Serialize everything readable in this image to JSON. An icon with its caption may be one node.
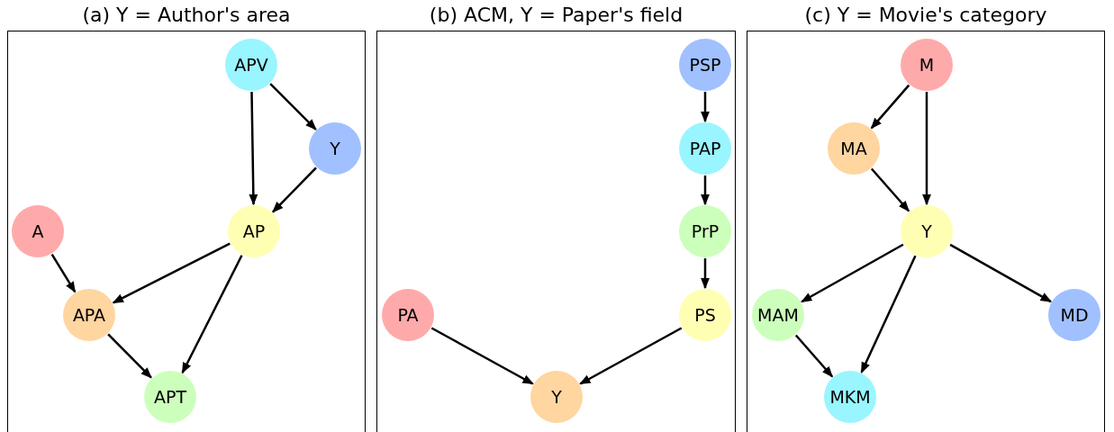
{
  "diagram": {
    "nodes": [
      {
        "text": [
          "(a) Y = Author's area"
        ]
      },
      {
        "text": [
          "APV"
        ],
        "in": 0
      },
      {
        "text": [
          "Y"
        ],
        "in": 0
      },
      {
        "text": [
          "A"
        ],
        "in": 0
      },
      {
        "text": [
          "AP"
        ],
        "in": 0
      },
      {
        "text": [
          "APA"
        ],
        "in": 0
      },
      {
        "text": [
          "APT"
        ],
        "in": 0
      },
      {
        "text": [
          "(b) ACM, Y = Paper's field"
        ]
      },
      {
        "text": [
          "PSP"
        ],
        "in": 7
      },
      {
        "text": [
          "PAP"
        ],
        "in": 7
      },
      {
        "text": [
          "PrP"
        ],
        "in": 7
      },
      {
        "text": [
          "PA"
        ],
        "in": 7
      },
      {
        "text": [
          "PS"
        ],
        "in": 7
      },
      {
        "text": [
          "Y"
        ],
        "in": 7
      },
      {
        "text": [
          "(c) Y = Movie's category"
        ]
      },
      {
        "text": [
          "M"
        ],
        "in": 14
      },
      {
        "text": [
          "MA"
        ],
        "in": 14
      },
      {
        "text": [
          "Y"
        ],
        "in": 14
      },
      {
        "text": [
          "MAM"
        ],
        "in": 14
      },
      {
        "text": [
          "MD"
        ],
        "in": 14
      },
      {
        "text": [
          "MKM"
        ],
        "in": 14
      }
    ],
    "edges": [
      {
        "from": 1,
        "to": 2,
        "arrow": "to"
      },
      {
        "from": 1,
        "to": 4,
        "arrow": "to"
      },
      {
        "from": 2,
        "to": 4,
        "arrow": "to"
      },
      {
        "from": 3,
        "to": 5,
        "arrow": "to"
      },
      {
        "from": 4,
        "to": 5,
        "arrow": "to"
      },
      {
        "from": 4,
        "to": 6,
        "arrow": "to"
      },
      {
        "from": 5,
        "to": 6,
        "arrow": "to"
      },
      {
        "from": 8,
        "to": 9,
        "arrow": "to"
      },
      {
        "from": 9,
        "to": 10,
        "arrow": "to"
      },
      {
        "from": 10,
        "to": 12,
        "arrow": "to"
      },
      {
        "from": 11,
        "to": 13,
        "arrow": "to"
      },
      {
        "from": 12,
        "to": 13,
        "arrow": "to"
      },
      {
        "from": 15,
        "to": 16,
        "arrow": "to"
      },
      {
        "from": 15,
        "to": 17,
        "arrow": "to"
      },
      {
        "from": 16,
        "to": 17,
        "arrow": "to"
      },
      {
        "from": 17,
        "to": 18,
        "arrow": "to"
      },
      {
        "from": 17,
        "to": 20,
        "arrow": "to"
      },
      {
        "from": 17,
        "to": 19,
        "arrow": "to"
      },
      {
        "from": 18,
        "to": 20,
        "arrow": "to"
      }
    ]
  }
}
